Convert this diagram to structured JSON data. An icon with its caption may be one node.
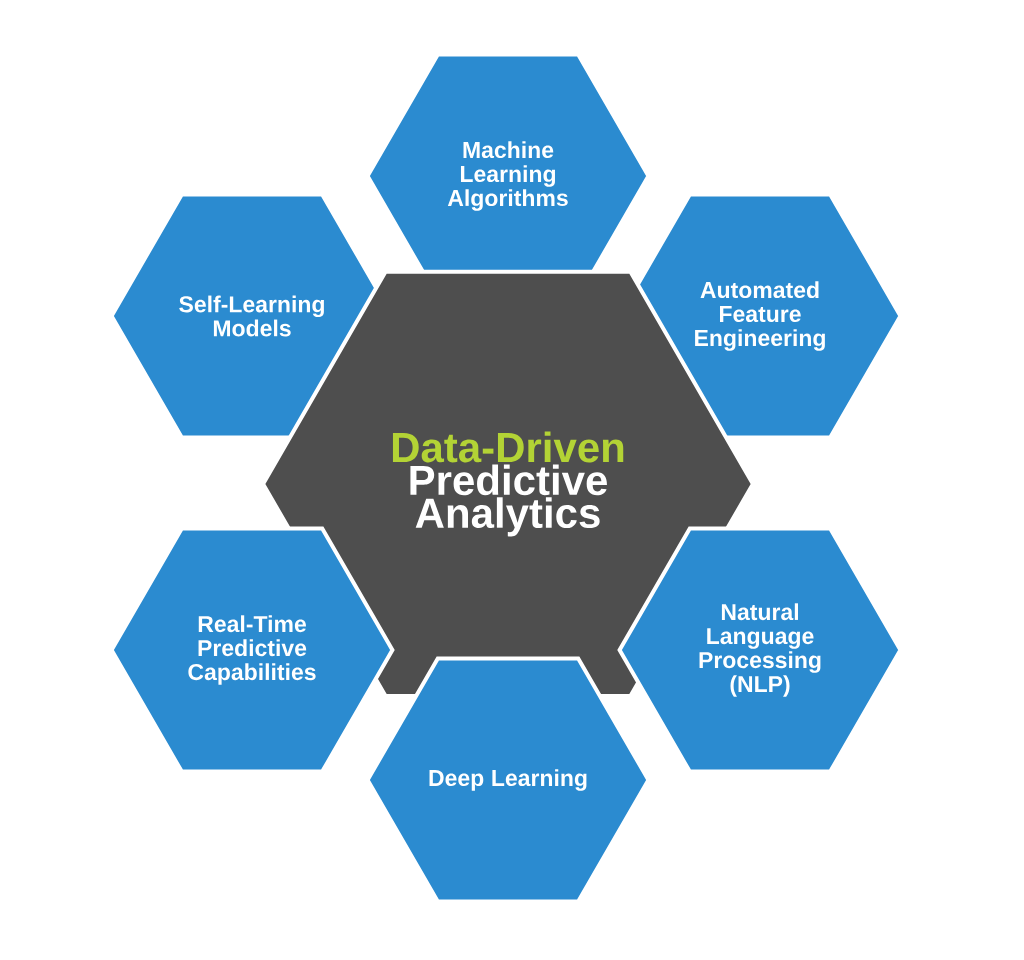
{
  "diagram": {
    "nodes": [
      {
        "text": [
          "Machine Learning Algorithms"
        ]
      },
      {
        "text": [
          "Self-Learning Models"
        ]
      },
      {
        "text": [
          "Automated Feature Engineering"
        ]
      },
      {
        "text": [
          "Data-Driven",
          "Predictive Analytics"
        ]
      },
      {
        "text": [
          "Real-Time Predictive Capabilities"
        ]
      },
      {
        "text": [
          "Natural Language Processing (NLP)"
        ]
      },
      {
        "text": [
          "Deep Learning"
        ]
      }
    ]
  }
}
